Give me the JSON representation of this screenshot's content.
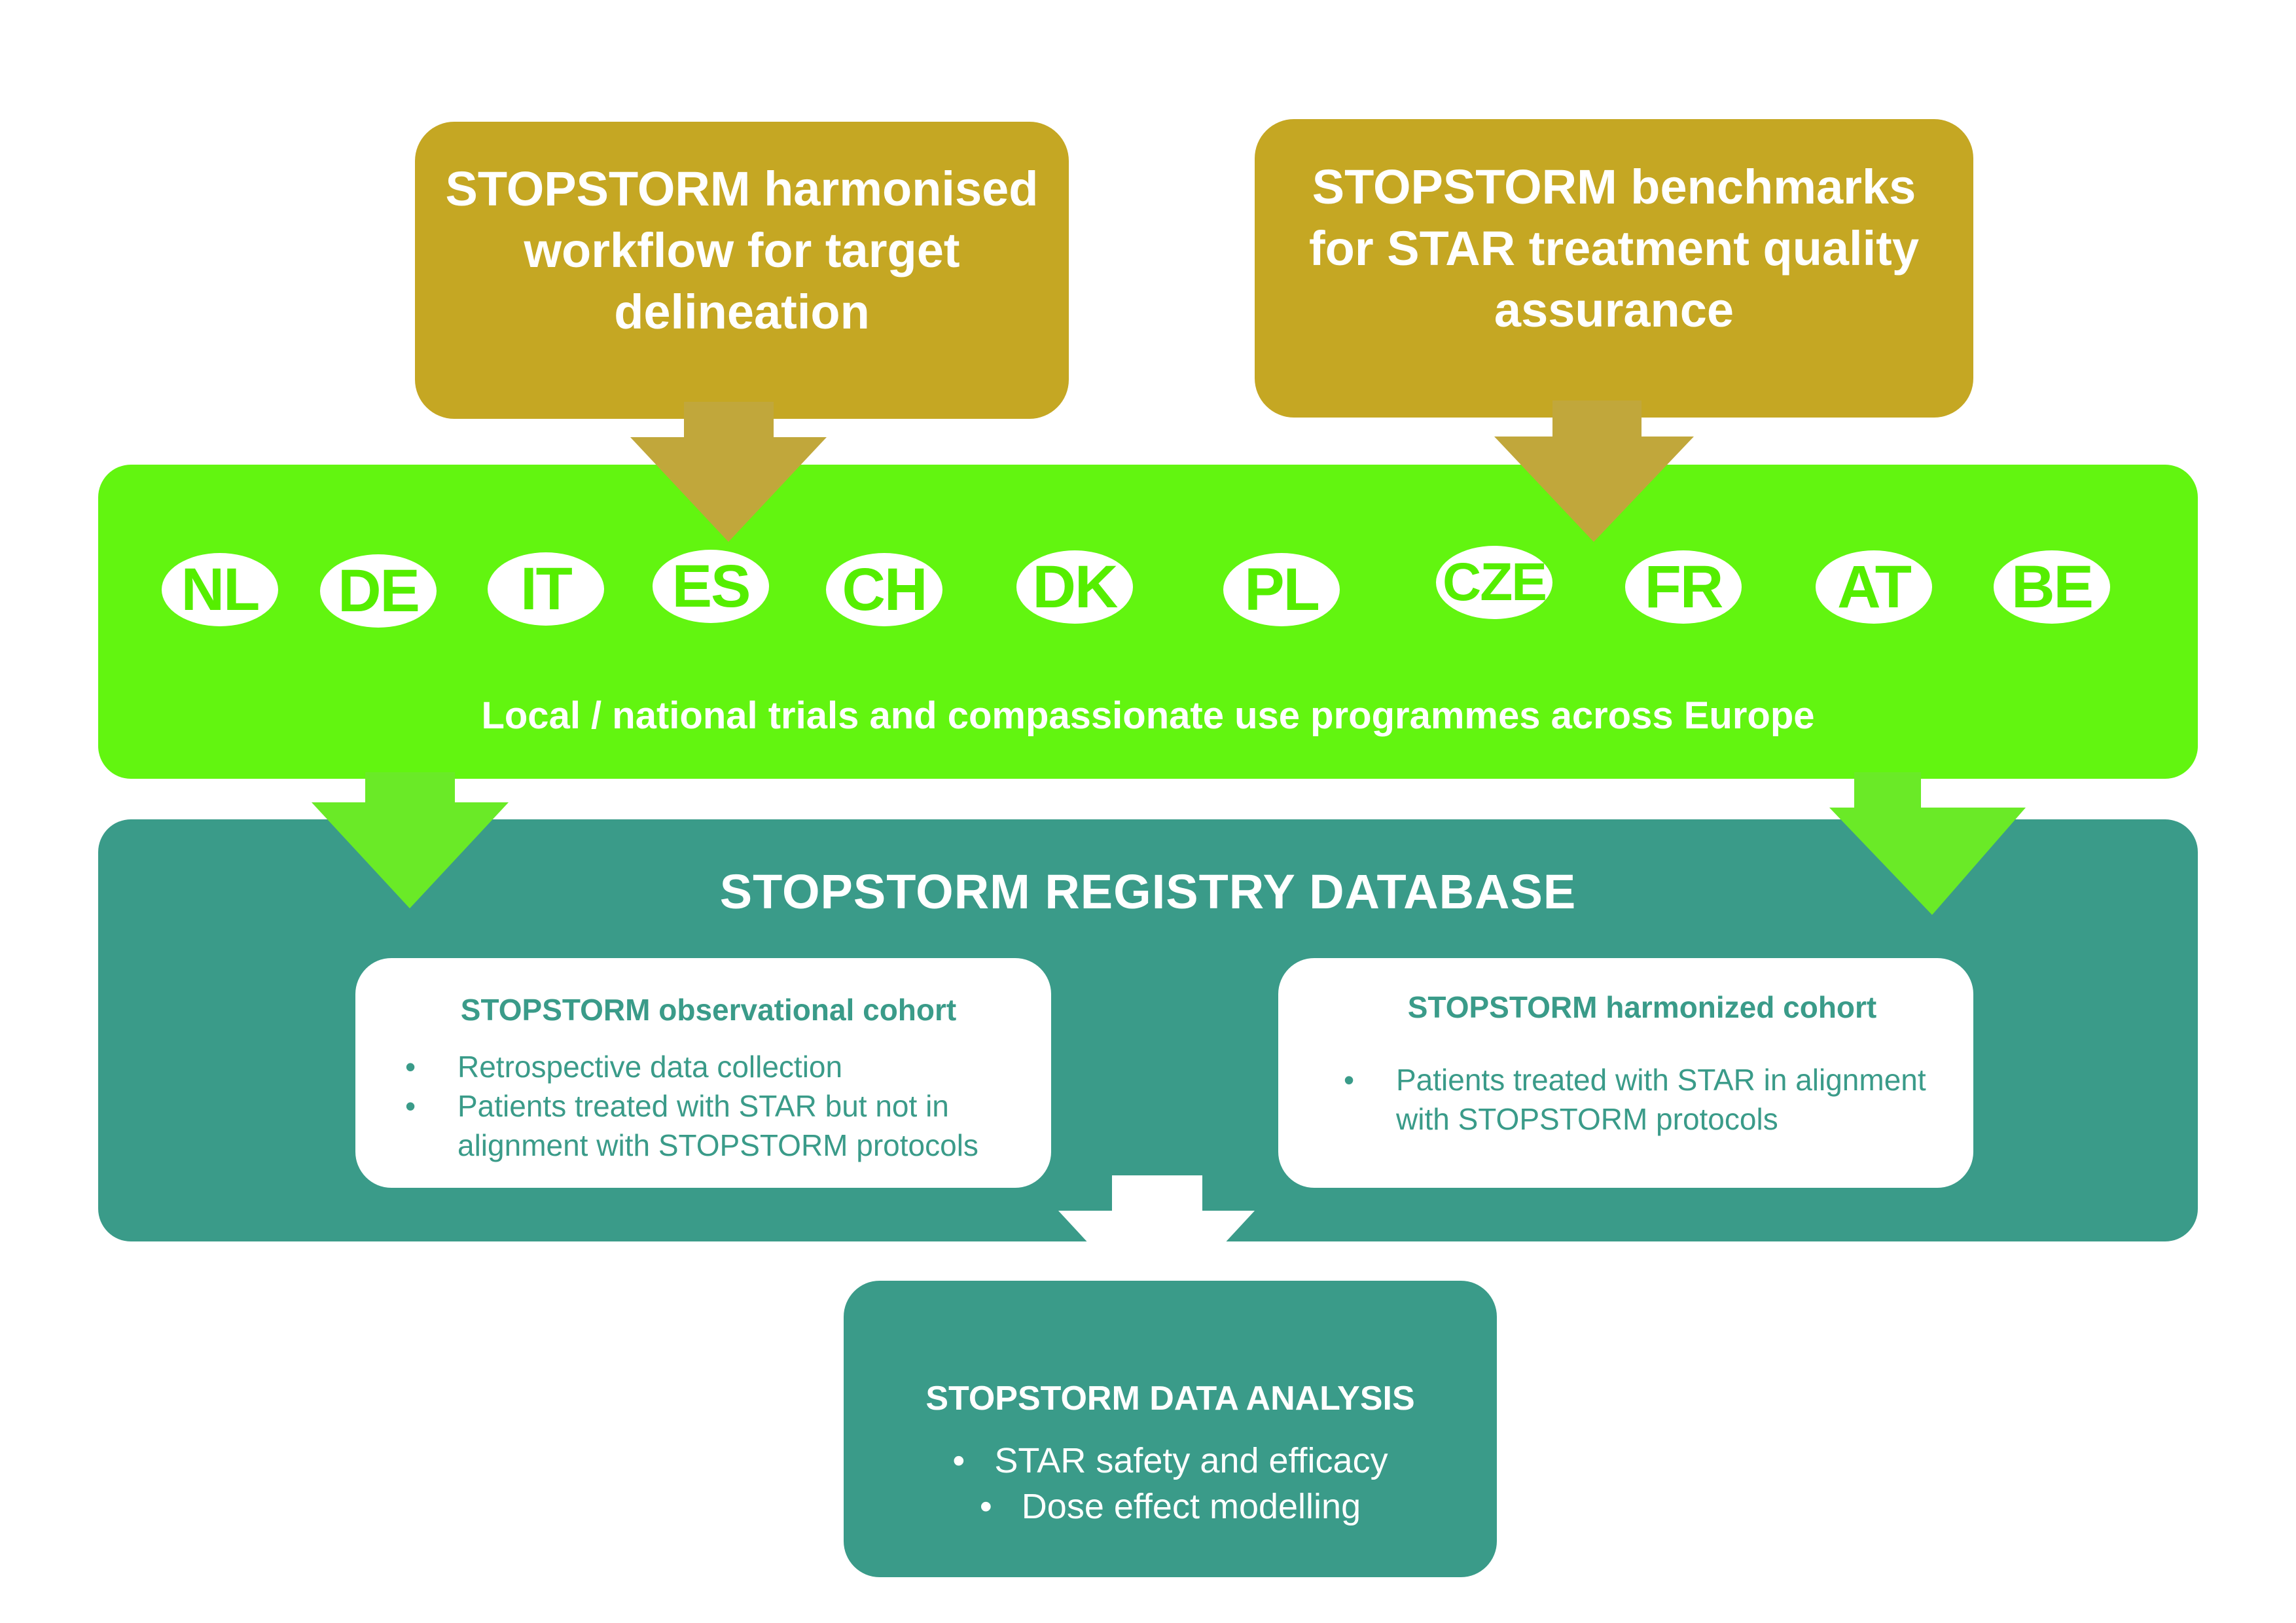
{
  "colors": {
    "gold": "#c5a723",
    "gold_arrow": "#c1a73b",
    "green": "#62f510",
    "green_arrow": "#6aea27",
    "teal": "#3a9b89",
    "white": "#ffffff",
    "country_text": "#55ee00"
  },
  "inputs": [
    {
      "text": "STOPSTORM harmonised workflow for target delineation"
    },
    {
      "text": "STOPSTORM benchmarks for STAR treatment quality assurance"
    }
  ],
  "countries": [
    "NL",
    "DE",
    "IT",
    "ES",
    "CH",
    "DK",
    "PL",
    "CZE",
    "FR",
    "AT",
    "BE"
  ],
  "trials_caption": "Local / national trials and compassionate use programmes across Europe",
  "registry": {
    "title": "STOPSTORM REGISTRY DATABASE",
    "cohorts": [
      {
        "title": "STOPSTORM observational cohort",
        "bullet": "•",
        "items": [
          "Retrospective data collection",
          "Patients treated with STAR but not in alignment with STOPSTORM protocols"
        ]
      },
      {
        "title": "STOPSTORM harmonized cohort",
        "bullet": "•",
        "items": [
          "Patients treated with STAR in alignment with STOPSTORM protocols"
        ]
      }
    ]
  },
  "analysis": {
    "title": "STOPSTORM DATA ANALYSIS",
    "bullet": "•",
    "items": [
      "STAR safety and efficacy",
      "Dose effect modelling"
    ]
  }
}
